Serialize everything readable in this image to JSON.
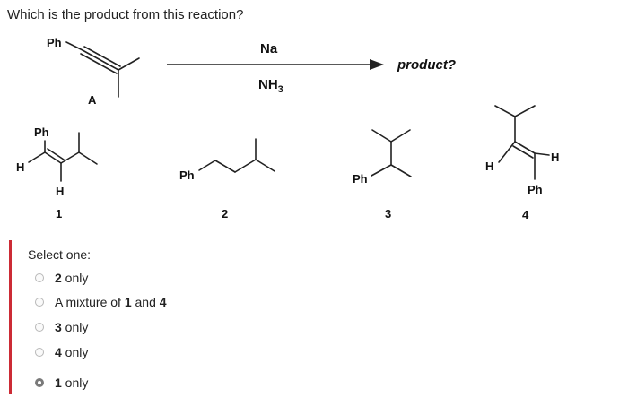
{
  "question": {
    "text": "Which is the product from this reaction?"
  },
  "scheme": {
    "reactant_substituent": "Ph",
    "reactant_label": "A",
    "reagent_top": "Na",
    "reagent_bottom_base": "NH",
    "reagent_bottom_sub": "3",
    "product_text": "product?"
  },
  "candidates": [
    {
      "number": "1",
      "ph": "Ph",
      "h1": "H",
      "h2": "H"
    },
    {
      "number": "2",
      "ph": "Ph"
    },
    {
      "number": "3",
      "ph": "Ph"
    },
    {
      "number": "4",
      "ph": "Ph",
      "h1": "H",
      "h2": "H"
    }
  ],
  "answer": {
    "prompt": "Select one:",
    "options": [
      {
        "parts": [
          "2",
          " only"
        ],
        "selected": false
      },
      {
        "parts": [
          "A mixture of ",
          "1",
          " and ",
          "4"
        ],
        "selected": false
      },
      {
        "parts": [
          "3",
          " only"
        ],
        "selected": false
      },
      {
        "parts": [
          "4",
          " only"
        ],
        "selected": false
      },
      {
        "parts": [
          "1",
          " only"
        ],
        "selected": true
      }
    ]
  },
  "colors": {
    "accent_bar": "#cc2b35",
    "radio_border": "#b8b8b8",
    "radio_selected": "#7a7a7a"
  }
}
